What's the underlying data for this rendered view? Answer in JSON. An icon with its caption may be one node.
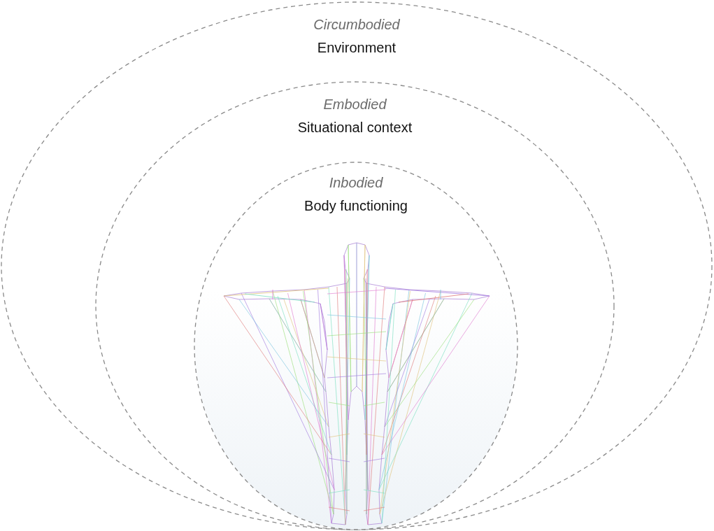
{
  "diagram": {
    "nodes": [
      {
        "text": [
          "Circumbodied",
          "Environment"
        ]
      },
      {
        "text": [
          "Embodied",
          "Situational context"
        ],
        "in": 0
      },
      {
        "text": [
          "Inbodied",
          "Body functioning"
        ],
        "in": 1
      }
    ]
  }
}
